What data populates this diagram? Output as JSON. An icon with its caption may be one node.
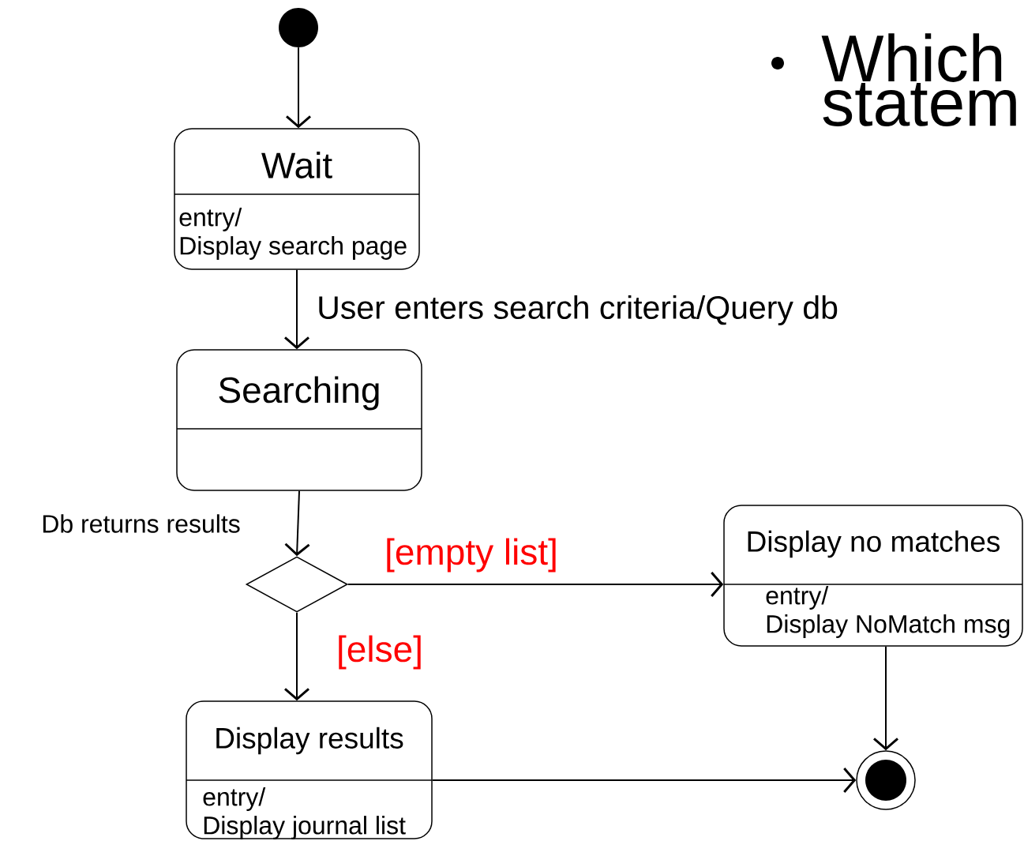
{
  "diagram": {
    "nodes": [
      {
        "text": [],
        "shape": "circle"
      },
      {
        "text": [
          "Wait",
          "entry/",
          "Display search page"
        ]
      },
      {
        "text": [
          "Searching"
        ]
      },
      {
        "text": [],
        "shape": "diamond"
      },
      {
        "text": [
          "Display no matches",
          "entry/",
          "Display NoMatch msg"
        ]
      },
      {
        "text": [
          "Display results",
          "entry/",
          "Display journal list"
        ]
      },
      {
        "text": [],
        "shape": "circle"
      }
    ],
    "edges": [
      {
        "from": 0,
        "to": 1,
        "arrow": "to"
      },
      {
        "from": 1,
        "to": 2,
        "arrow": "to",
        "label": "User enters search criteria/Query db"
      },
      {
        "from": 2,
        "to": 3,
        "arrow": "to",
        "label": "Db returns results"
      },
      {
        "from": 3,
        "to": 4,
        "arrow": "to",
        "label": "[empty list]"
      },
      {
        "from": 3,
        "to": 5,
        "arrow": "to",
        "label": "[else]"
      },
      {
        "from": 4,
        "to": 6,
        "arrow": "to"
      },
      {
        "from": 5,
        "to": 6,
        "arrow": "to"
      }
    ],
    "labels": [
      "Which statem"
    ]
  }
}
